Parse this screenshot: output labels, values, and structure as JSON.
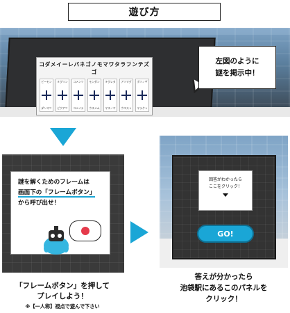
{
  "title": "遊び方",
  "panel1": {
    "board_title": "コダメイーレバネゴノモマワタラフンテズゴ",
    "tiles": [
      {
        "top": "ビーモン",
        "bottom": "ダンマツ"
      },
      {
        "top": "ミグリン",
        "bottom": "ピクアツ"
      },
      {
        "top": "コメンツ",
        "bottom": "ユメイテ"
      },
      {
        "top": "モンダン",
        "bottom": "ウスメム"
      },
      {
        "top": "キグレタ",
        "bottom": "マスノヤ"
      },
      {
        "top": "アツマグ",
        "bottom": "ウエスト"
      },
      {
        "top": "ポツノギ",
        "bottom": "マラクト"
      }
    ],
    "bubble_line1": "左図のように",
    "bubble_line2": "謎を掲示中！"
  },
  "panel2": {
    "line1": "謎を解くためのフレームは",
    "line2": "画面下の「フレームボタン」",
    "line3": "から呼び出せ！",
    "caption_line1": "「フレームボタン」を押して",
    "caption_line2": "プレイしよう！",
    "note": "※【一人称】視点で遊んで下さい"
  },
  "panel3": {
    "screen_line1": "回答がわかったら",
    "screen_line2": "ここをクリック！",
    "go_label": "GO!",
    "caption_line1": "答えが分かったら",
    "caption_line2": "池袋駅にあるこのパネルを",
    "caption_line3": "クリック！"
  },
  "colors": {
    "accent": "#1aa6d6",
    "red_button": "#e53a4b"
  }
}
